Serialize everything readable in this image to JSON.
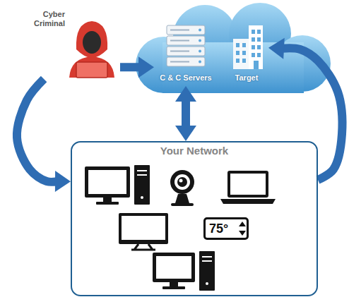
{
  "diagram": {
    "nodes": [
      {
        "text": [
          "Cyber Criminal"
        ]
      },
      {
        "text": [
          "C & C Servers"
        ]
      },
      {
        "text": [
          "Target"
        ]
      },
      {
        "text": [
          "Your Network"
        ]
      },
      {
        "text": [
          "75°"
        ],
        "in": 3
      }
    ],
    "edges": [
      {
        "from": 0,
        "to": 1,
        "arrow": "to"
      },
      {
        "from": 0,
        "to": 3,
        "arrow": "to"
      },
      {
        "from": 1,
        "to": 3,
        "arrow": "both"
      },
      {
        "from": 3,
        "to": 2,
        "arrow": "to"
      }
    ]
  }
}
